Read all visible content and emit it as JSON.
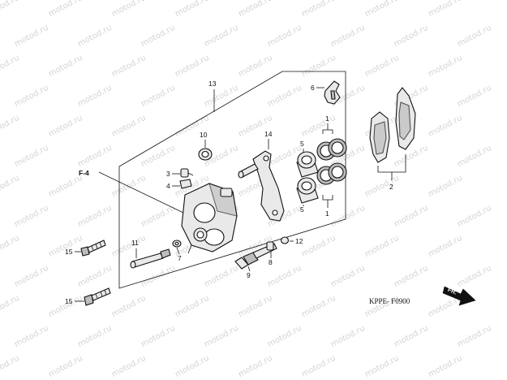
{
  "watermark": "motod.ru",
  "diagram_code": "KPPE- F0900",
  "front_indicator": "FR.",
  "ref_label": "F-4",
  "callouts": {
    "c1a": "1",
    "c1b": "1",
    "c2": "2",
    "c3": "3",
    "c4": "4",
    "c5a": "5",
    "c5b": "5",
    "c6": "6",
    "c7": "7",
    "c8": "8",
    "c9": "9",
    "c10": "10",
    "c11": "11",
    "c12": "12",
    "c13": "13",
    "c14": "14",
    "c15a": "15",
    "c15b": "15"
  },
  "colors": {
    "line": "#111111",
    "watermark": "#d4d4d4",
    "background": "#ffffff"
  }
}
